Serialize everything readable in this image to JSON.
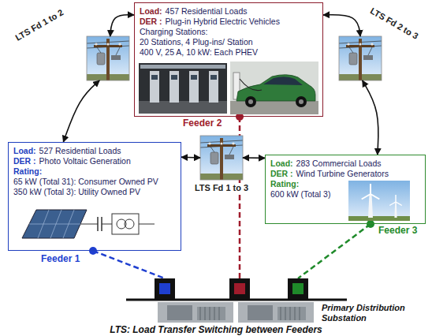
{
  "diagram": {
    "caption": "LTS: Load Transfer Switching between Feeders",
    "nodes": [
      {
        "text": [
          "LTS Fd 1 to 2"
        ]
      },
      {
        "text": [
          "Load:",
          "457 Residential Loads",
          "DER :",
          "Plug-in Hybrid Electric Vehicles",
          "Charging Stations:",
          "20 Stations, 4 Plug-ins/ Station",
          "400 V, 25 A, 10 kW: Each PHEV"
        ]
      },
      {
        "text": [
          "LTS Fd 2 to 3"
        ]
      },
      {
        "text": [
          "Load:",
          "527 Residential Loads",
          "DER :",
          "Photo Voltaic Generation",
          "Rating:",
          "65 kW (Total 31): Consumer Owned PV",
          "350 kW (Total 3): Utility Owned PV"
        ]
      },
      {
        "text": [
          "LTS Fd 1 to 3"
        ]
      },
      {
        "text": [
          "Load:",
          "283 Commercial Loads",
          "DER :",
          "Wind Turbine Generators",
          "Rating:",
          "600 kW (Total 3)"
        ]
      }
    ],
    "edges": [
      {
        "from": 0,
        "to": 1,
        "arrow": "both"
      },
      {
        "from": 0,
        "to": 3,
        "arrow": "both"
      },
      {
        "from": 2,
        "to": 1,
        "arrow": "both"
      },
      {
        "from": 2,
        "to": 5,
        "arrow": "both"
      },
      {
        "from": 4,
        "to": 3,
        "arrow": "both"
      },
      {
        "from": 4,
        "to": 5,
        "arrow": "both"
      }
    ],
    "labels": [
      "Feeder 1",
      "Feeder 2",
      "Feeder 3",
      "Primary Distribution Substation"
    ]
  }
}
